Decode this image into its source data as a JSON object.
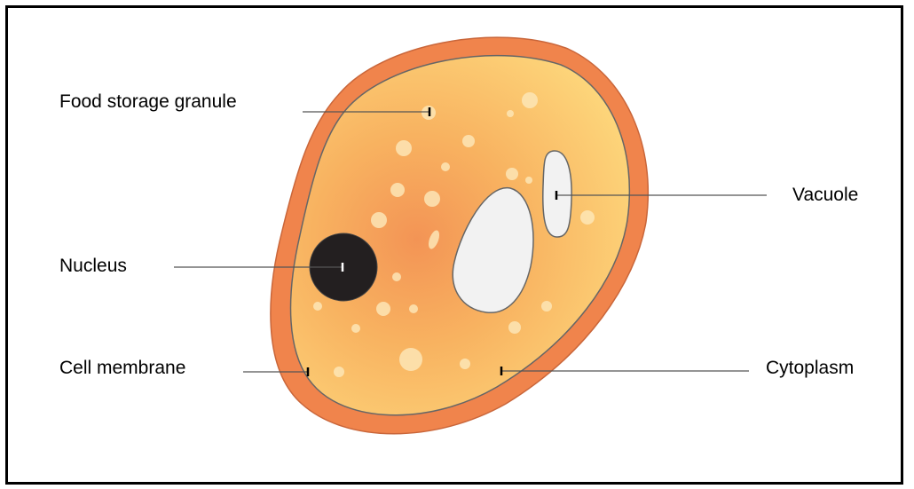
{
  "diagram": {
    "labels": {
      "food_storage_granule": "Food storage granule",
      "vacuole": "Vacuole",
      "nucleus": "Nucleus",
      "cell_membrane": "Cell membrane",
      "cytoplasm": "Cytoplasm"
    },
    "colors": {
      "cell_wall": "#f0844c",
      "cytoplasm_center": "#f39455",
      "cytoplasm_edge": "#fdd57a",
      "nucleus": "#231f20",
      "vacuole": "#f2f2f2",
      "granule": "#fde6b6",
      "outline": "#555555",
      "frame": "#000000"
    }
  }
}
